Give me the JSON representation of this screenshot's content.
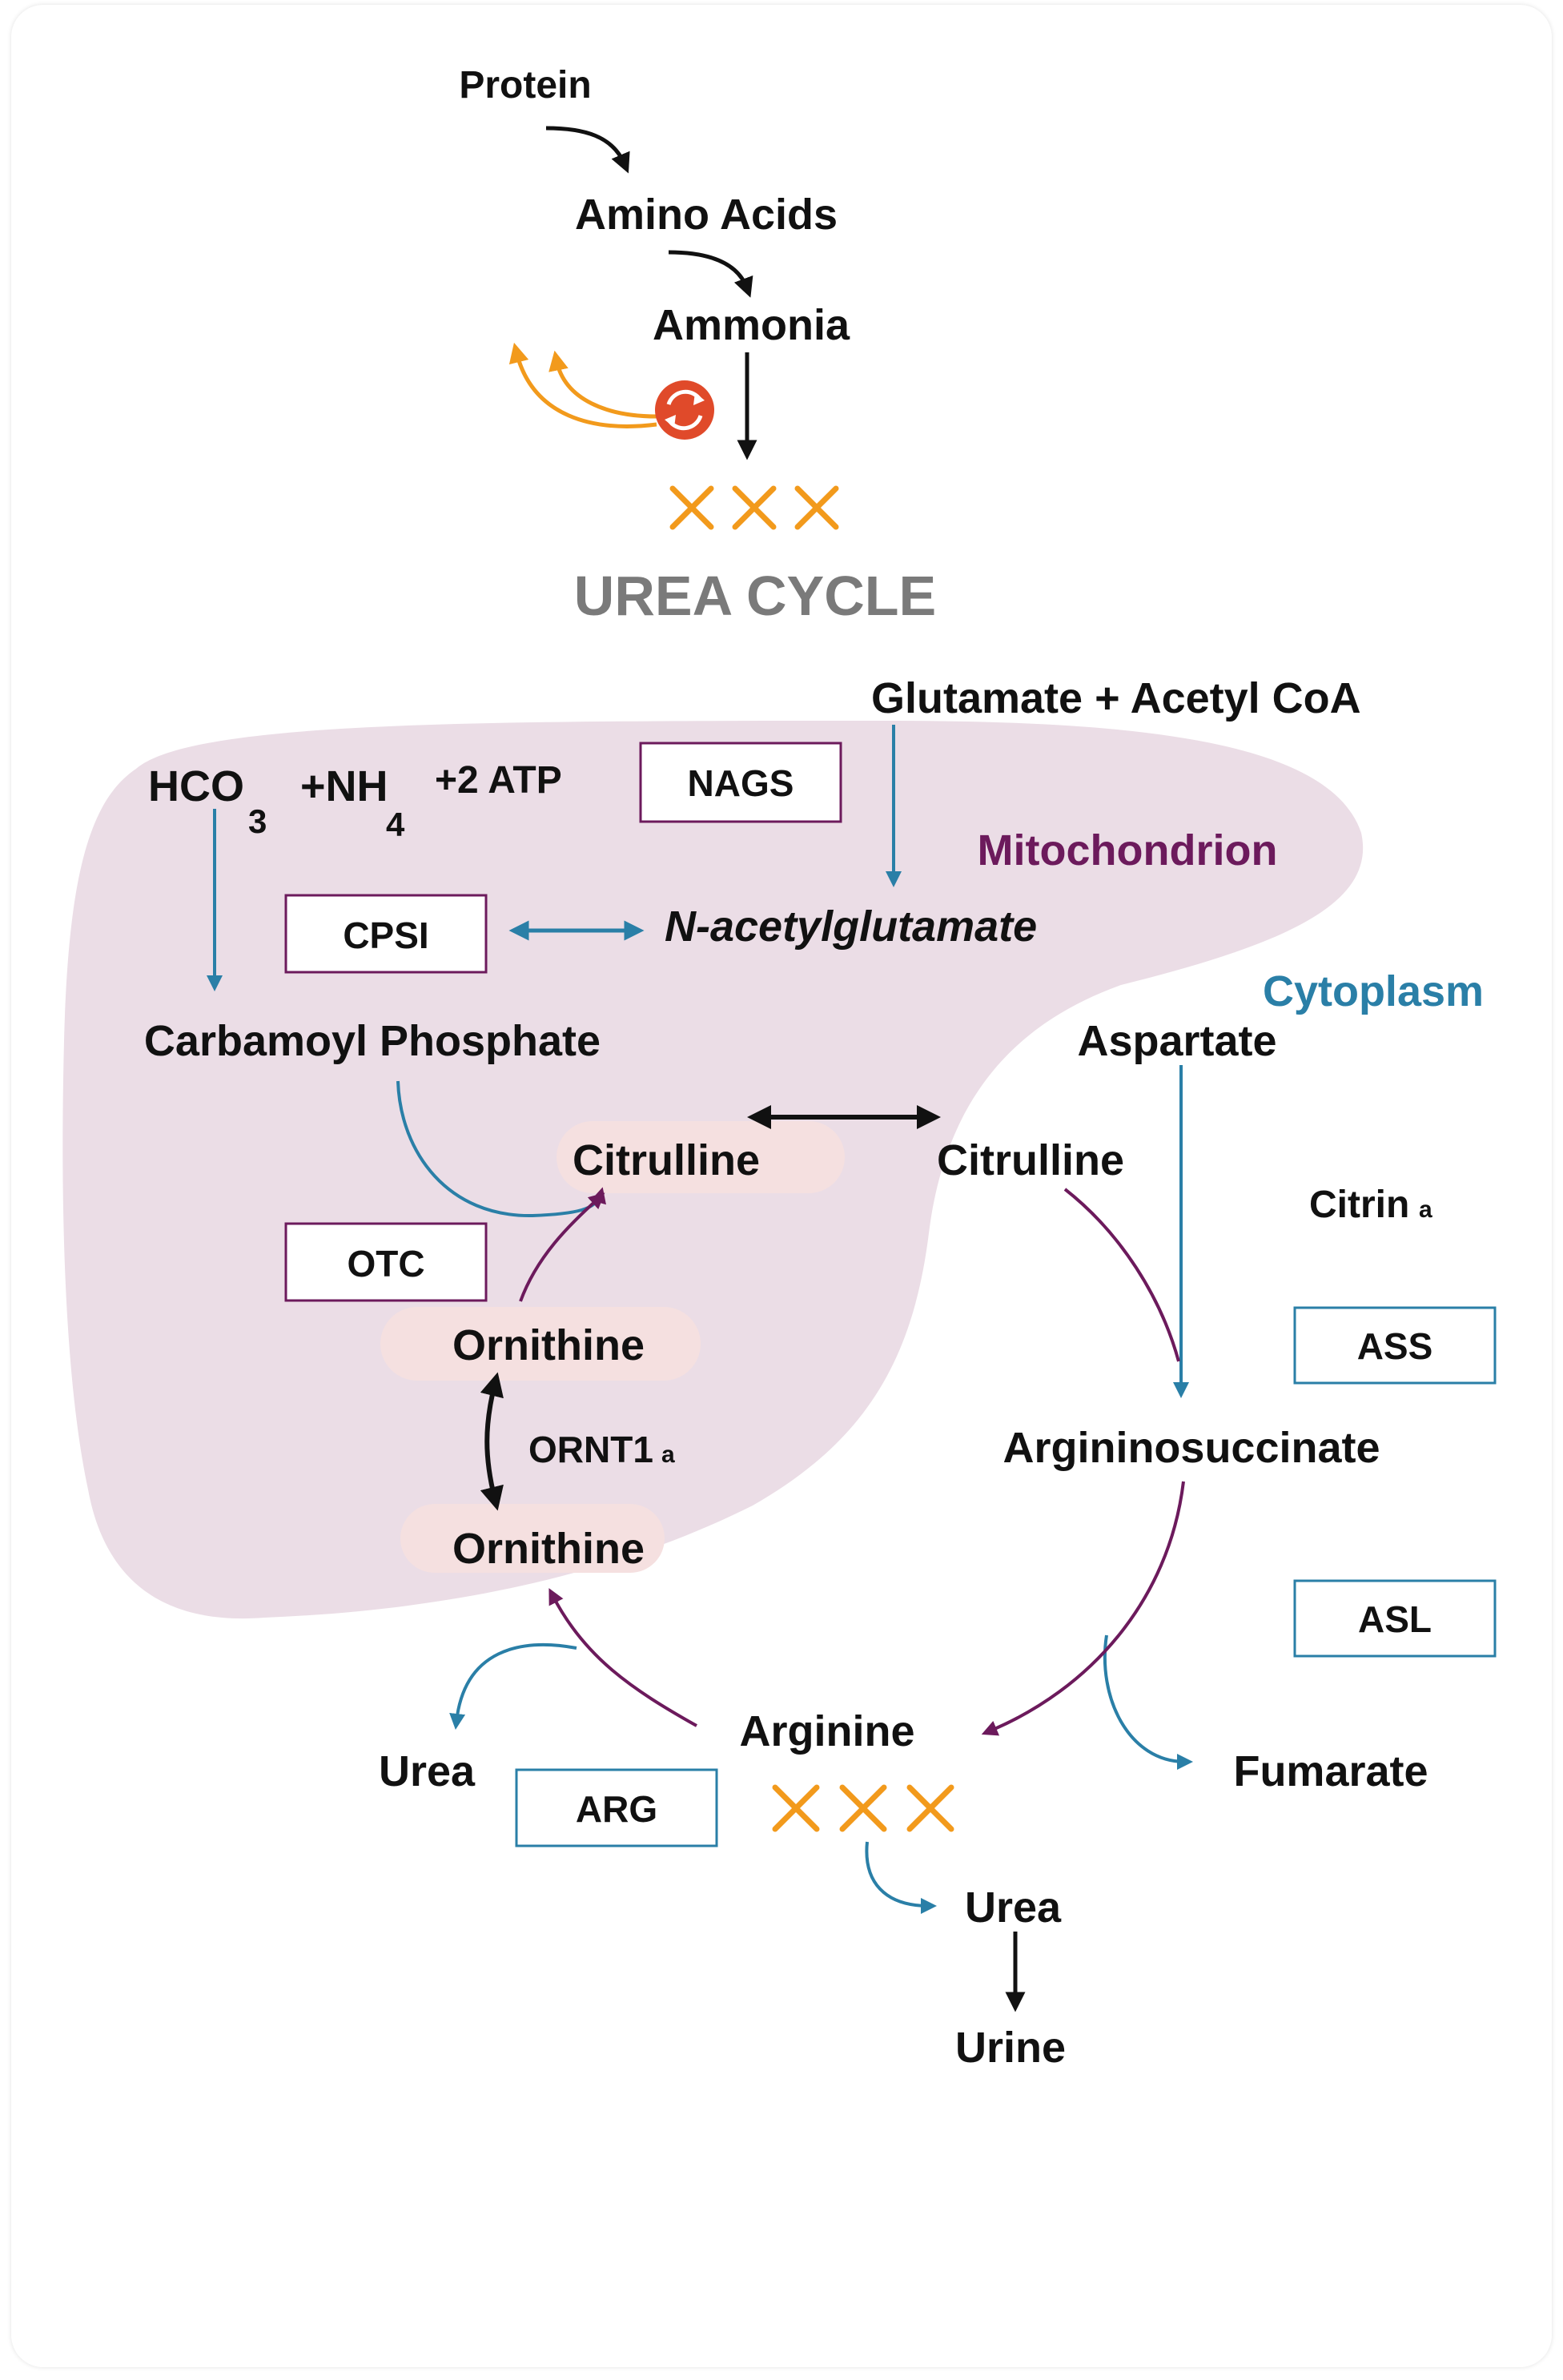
{
  "labels": {
    "protein": "Protein",
    "amino_acids": "Amino Acids",
    "ammonia": "Ammonia",
    "title": "UREA CYCLE",
    "glutamate": "Glutamate + Acetyl CoA",
    "hco3": "HCO",
    "hco3_sub": "3",
    "nh4": "+NH",
    "nh4_sub": "4",
    "atp": "+2 ATP",
    "mitochondrion": "Mitochondrion",
    "nag": "N-acetylglutamate",
    "cytoplasm": "Cytoplasm",
    "carbamoyl": "Carbamoyl Phosphate",
    "aspartate": "Aspartate",
    "citrulline_in": "Citrulline",
    "citrulline_out": "Citrulline",
    "citrin": "Citrin",
    "citrin_sub": "a",
    "ornithine_top": "Ornithine",
    "ornt1": "ORNT1",
    "ornt1_sub": "a",
    "ornithine_bottom": "Ornithine",
    "argininosuccinate": "Argininosuccinate",
    "arginine": "Arginine",
    "urea_left": "Urea",
    "fumarate": "Fumarate",
    "urea_bottom": "Urea",
    "urine": "Urine"
  },
  "enzymes": {
    "nags": "NAGS",
    "cpsi": "CPSI",
    "otc": "OTC",
    "ass": "ASS",
    "asl": "ASL",
    "arg": "ARG"
  },
  "colors": {
    "black": "#111111",
    "blue": "#2a7fa7",
    "purple": "#6c1a5c",
    "orange": "#f29a1c",
    "mito_fill": "#ebdde6",
    "pink_highlight": "#f5e0e0",
    "red_icon": "#e04a2a",
    "title_gray": "#7a7a7a"
  },
  "icons": {
    "block_marks": "x-mark-icon",
    "recycle": "recycle-icon"
  }
}
